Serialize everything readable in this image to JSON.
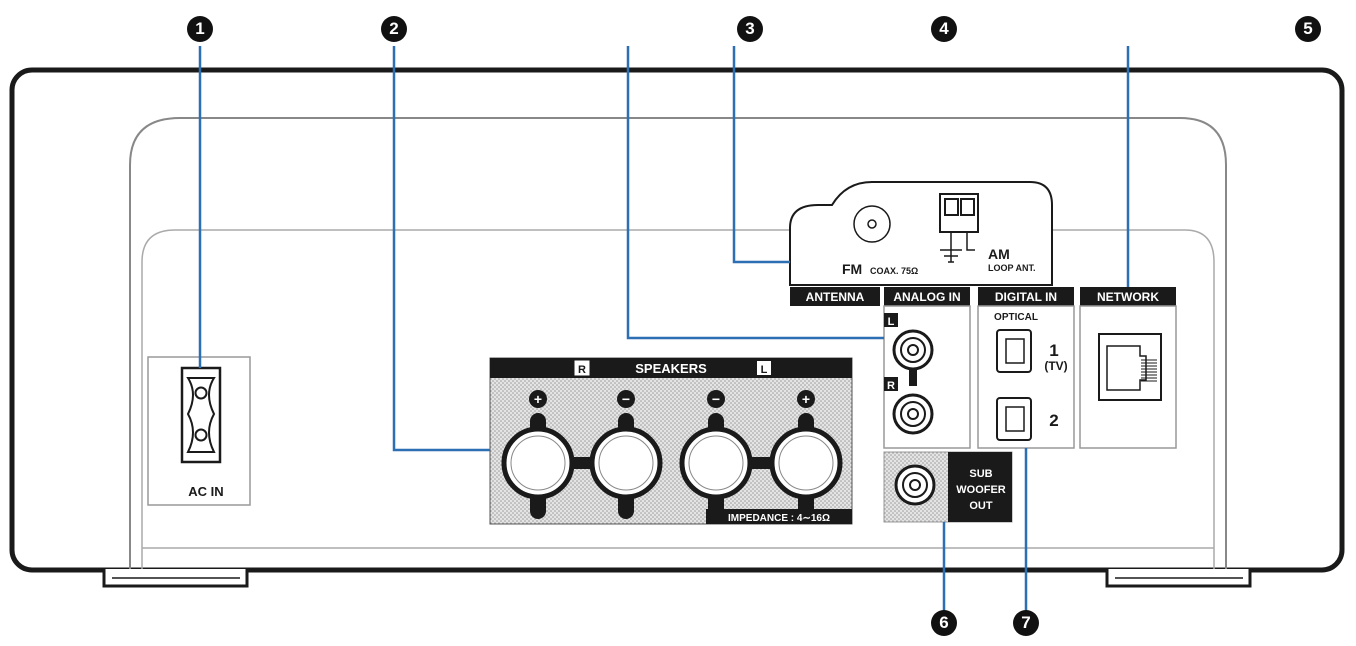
{
  "callouts": [
    "1",
    "2",
    "3",
    "4",
    "5",
    "6",
    "7"
  ],
  "labels": {
    "ac_in": "AC IN",
    "speakers": "SPEAKERS",
    "speaker_r": "R",
    "speaker_l": "L",
    "plus": "+",
    "minus": "−",
    "impedance": "IMPEDANCE : 4∼16Ω",
    "fm": "FM",
    "fm_spec": "COAX. 75Ω",
    "am": "AM",
    "am_spec": "LOOP ANT.",
    "antenna": "ANTENNA",
    "analog_in": "ANALOG IN",
    "analog_l": "L",
    "analog_r": "R",
    "sub_line1": "SUB",
    "sub_line2": "WOOFER",
    "sub_line3": "OUT",
    "digital_in": "DIGITAL IN",
    "optical": "OPTICAL",
    "opt1_num": "1",
    "opt1_tv": "(TV)",
    "opt2_num": "2",
    "network": "NETWORK"
  },
  "colors": {
    "leader": "#2c6fb3",
    "outline": "#1a1a1a",
    "label_bg": "#1a1a1a"
  }
}
